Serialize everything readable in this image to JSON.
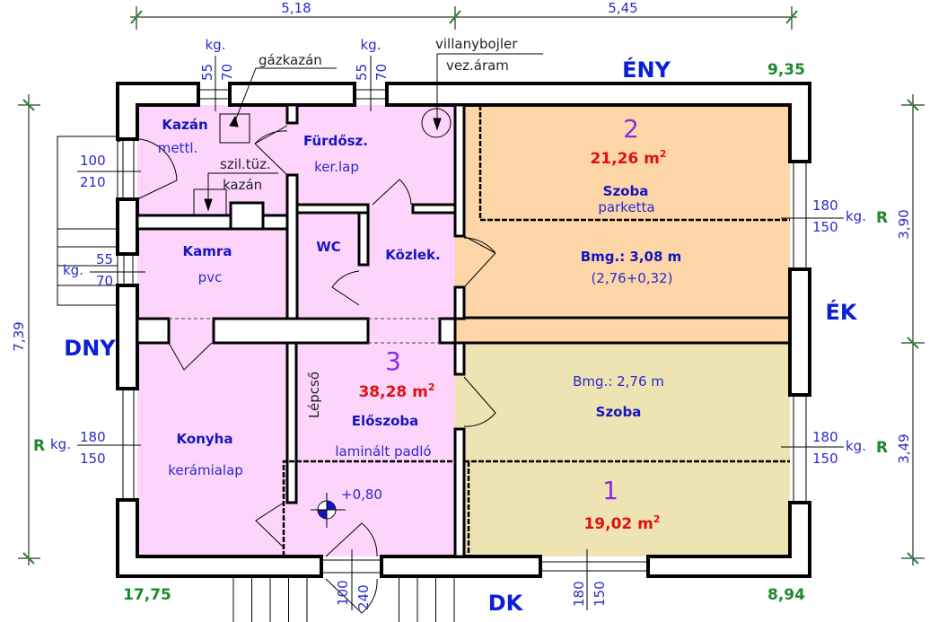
{
  "colors": {
    "pink": "#fdd5fb",
    "orange": "#fdd6a8",
    "yellow": "#eee3b3",
    "text": "#1515c0",
    "area": "#e01010",
    "number": "#8a2be2",
    "green": "#1a8a2a"
  },
  "dimensions": {
    "top_left": "5,18",
    "top_right": "5,45",
    "left": "7,39",
    "right_top": "3,90",
    "right_bottom": "3,49"
  },
  "directions": {
    "north_west": "ÉNY",
    "north_east": "ÉK",
    "south_west": "DNY",
    "south_east": "DK"
  },
  "levels": {
    "top_right": "9,35",
    "bottom_left": "17,75",
    "bottom_right": "8,94",
    "entrance": "+0,80"
  },
  "annotations": {
    "gas_boiler": "gázkazán",
    "electric_boiler": "villanybojler",
    "electric_boiler_sub": "vez.áram",
    "solid_fuel": "szil.tüz.",
    "solid_fuel_sub": "kazán",
    "stairs": "Lépcső"
  },
  "openings": {
    "win_top1": {
      "label": "kg.",
      "w": "55",
      "h": "70"
    },
    "win_top2": {
      "label": "kg.",
      "w": "55",
      "h": "70"
    },
    "door_left": {
      "w": "100",
      "h": "210"
    },
    "win_left_kamra": {
      "label": "kg.",
      "w": "55",
      "h": "70"
    },
    "win_left_konyha": {
      "prefix": "R",
      "label": "kg.",
      "w": "180",
      "h": "150"
    },
    "win_right_top": {
      "label": "kg.",
      "suffix": "R",
      "w": "180",
      "h": "150"
    },
    "win_right_bottom": {
      "label": "kg.",
      "suffix": "R",
      "w": "180",
      "h": "150"
    },
    "door_entrance": {
      "w": "100",
      "h": "240"
    },
    "win_bottom": {
      "w": "180",
      "h": "150"
    }
  },
  "rooms": [
    {
      "name": "Kazán",
      "floor": "mettl."
    },
    {
      "name": "Fürdősz.",
      "floor": "ker.lap"
    },
    {
      "name": "Kamra",
      "floor": "pvc"
    },
    {
      "name": "WC"
    },
    {
      "name": "Közlek."
    },
    {
      "number": "2",
      "area": "21,26 m",
      "sup": "2",
      "name": "Szoba",
      "floor": "parketta",
      "height": "Bmg.: 3,08 m",
      "height_detail": "(2,76+0,32)"
    },
    {
      "name": "Konyha",
      "floor": "kerámialap"
    },
    {
      "number": "3",
      "area": "38,28 m",
      "sup": "2",
      "name": "Előszoba",
      "floor": "laminált padló"
    },
    {
      "number": "1",
      "area": "19,02 m",
      "sup": "2",
      "name": "Szoba",
      "height": "Bmg.: 2,76 m"
    }
  ]
}
